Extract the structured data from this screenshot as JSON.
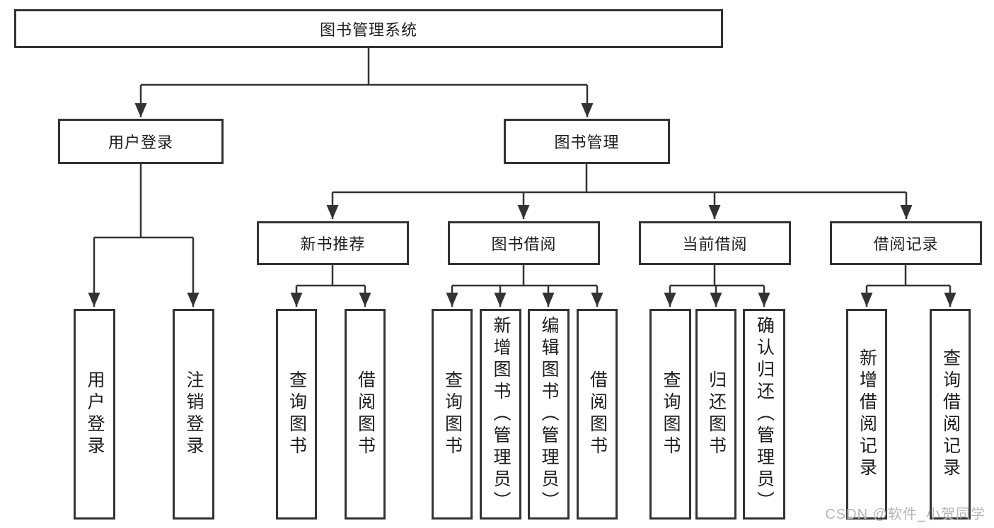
{
  "root": {
    "label": "图书管理系统"
  },
  "branches": [
    {
      "label": "用户登录",
      "children": [
        {
          "label": "用户登录"
        },
        {
          "label": "注销登录"
        }
      ]
    },
    {
      "label": "图书管理",
      "children": [
        {
          "label": "新书推荐",
          "children": [
            {
              "label": "查询图书"
            },
            {
              "label": "借阅图书"
            }
          ]
        },
        {
          "label": "图书借阅",
          "children": [
            {
              "label": "查询图书"
            },
            {
              "label": "新增图书（管理员）"
            },
            {
              "label": "编辑图书（管理员）"
            },
            {
              "label": "借阅图书"
            }
          ]
        },
        {
          "label": "当前借阅",
          "children": [
            {
              "label": "查询图书"
            },
            {
              "label": "归还图书"
            },
            {
              "label": "确认归还（管理员）"
            }
          ]
        },
        {
          "label": "借阅记录",
          "children": [
            {
              "label": "新增借阅记录"
            },
            {
              "label": "查询借阅记录"
            }
          ]
        }
      ]
    }
  ],
  "watermark": "CSDN @软件_小贺同学",
  "colors": {
    "line": "#333333",
    "text": "#1c1c1c",
    "watermark": "#b6b6b6",
    "background": "#ffffff"
  }
}
